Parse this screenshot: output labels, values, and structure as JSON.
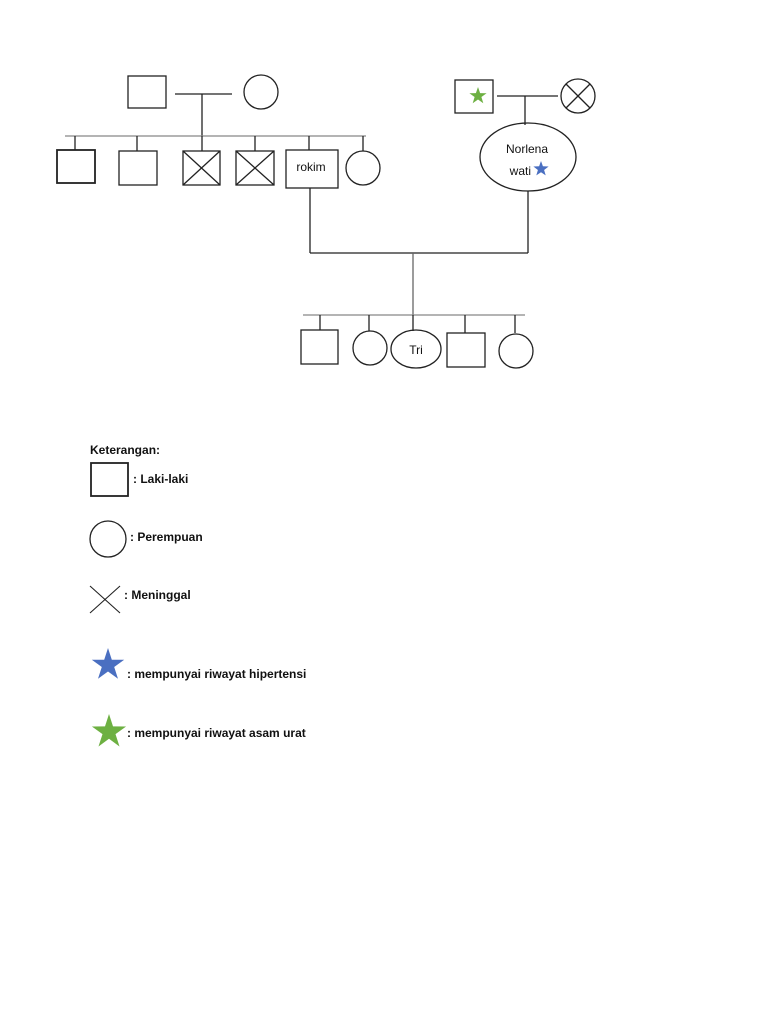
{
  "diagram": {
    "people": {
      "rokim": "rokim",
      "norlena_line1": "Norlena",
      "norlena_line2": "wati",
      "tri": "Tri"
    },
    "colors": {
      "line": "#222222",
      "hypertension_star": "#4a6fc1",
      "gout_star": "#6db042"
    }
  },
  "legend": {
    "title": "Keterangan:",
    "items": [
      {
        "symbol": "square-icon",
        "text": ": Laki-laki"
      },
      {
        "symbol": "circle-icon",
        "text": ": Perempuan"
      },
      {
        "symbol": "cross-icon",
        "text": ": Meninggal"
      },
      {
        "symbol": "blue-star-icon",
        "text": ": mempunyai riwayat hipertensi"
      },
      {
        "symbol": "green-star-icon",
        "text": ": mempunyai riwayat asam urat"
      }
    ]
  }
}
